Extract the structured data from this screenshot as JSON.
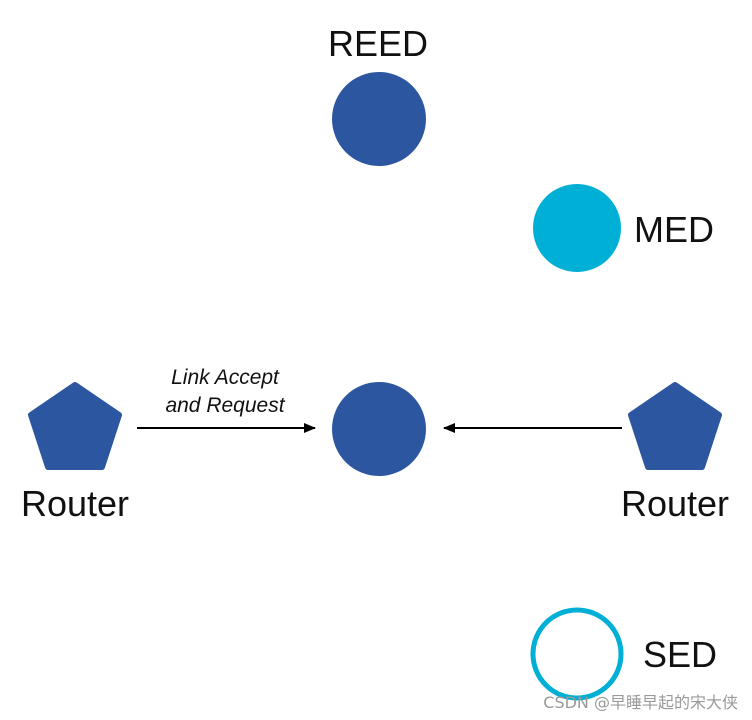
{
  "nodes": {
    "reed": {
      "label": "REED",
      "color": "#2c56a0",
      "shape": "circle"
    },
    "med": {
      "label": "MED",
      "color": "#00afd6",
      "shape": "circle"
    },
    "center": {
      "label": "",
      "color": "#2c56a0",
      "shape": "circle"
    },
    "router_left": {
      "label": "Router",
      "color": "#2c56a0",
      "shape": "pentagon"
    },
    "router_right": {
      "label": "Router",
      "color": "#2c56a0",
      "shape": "pentagon"
    },
    "sed": {
      "label": "SED",
      "color": "#00afd6",
      "shape": "ring"
    }
  },
  "edges": {
    "left_link": {
      "label_line1": "Link Accept",
      "label_line2": "and Request",
      "color": "#000000"
    },
    "right_link": {
      "color": "#000000"
    }
  },
  "watermark": "CSDN @早睡早起的宋大侠"
}
